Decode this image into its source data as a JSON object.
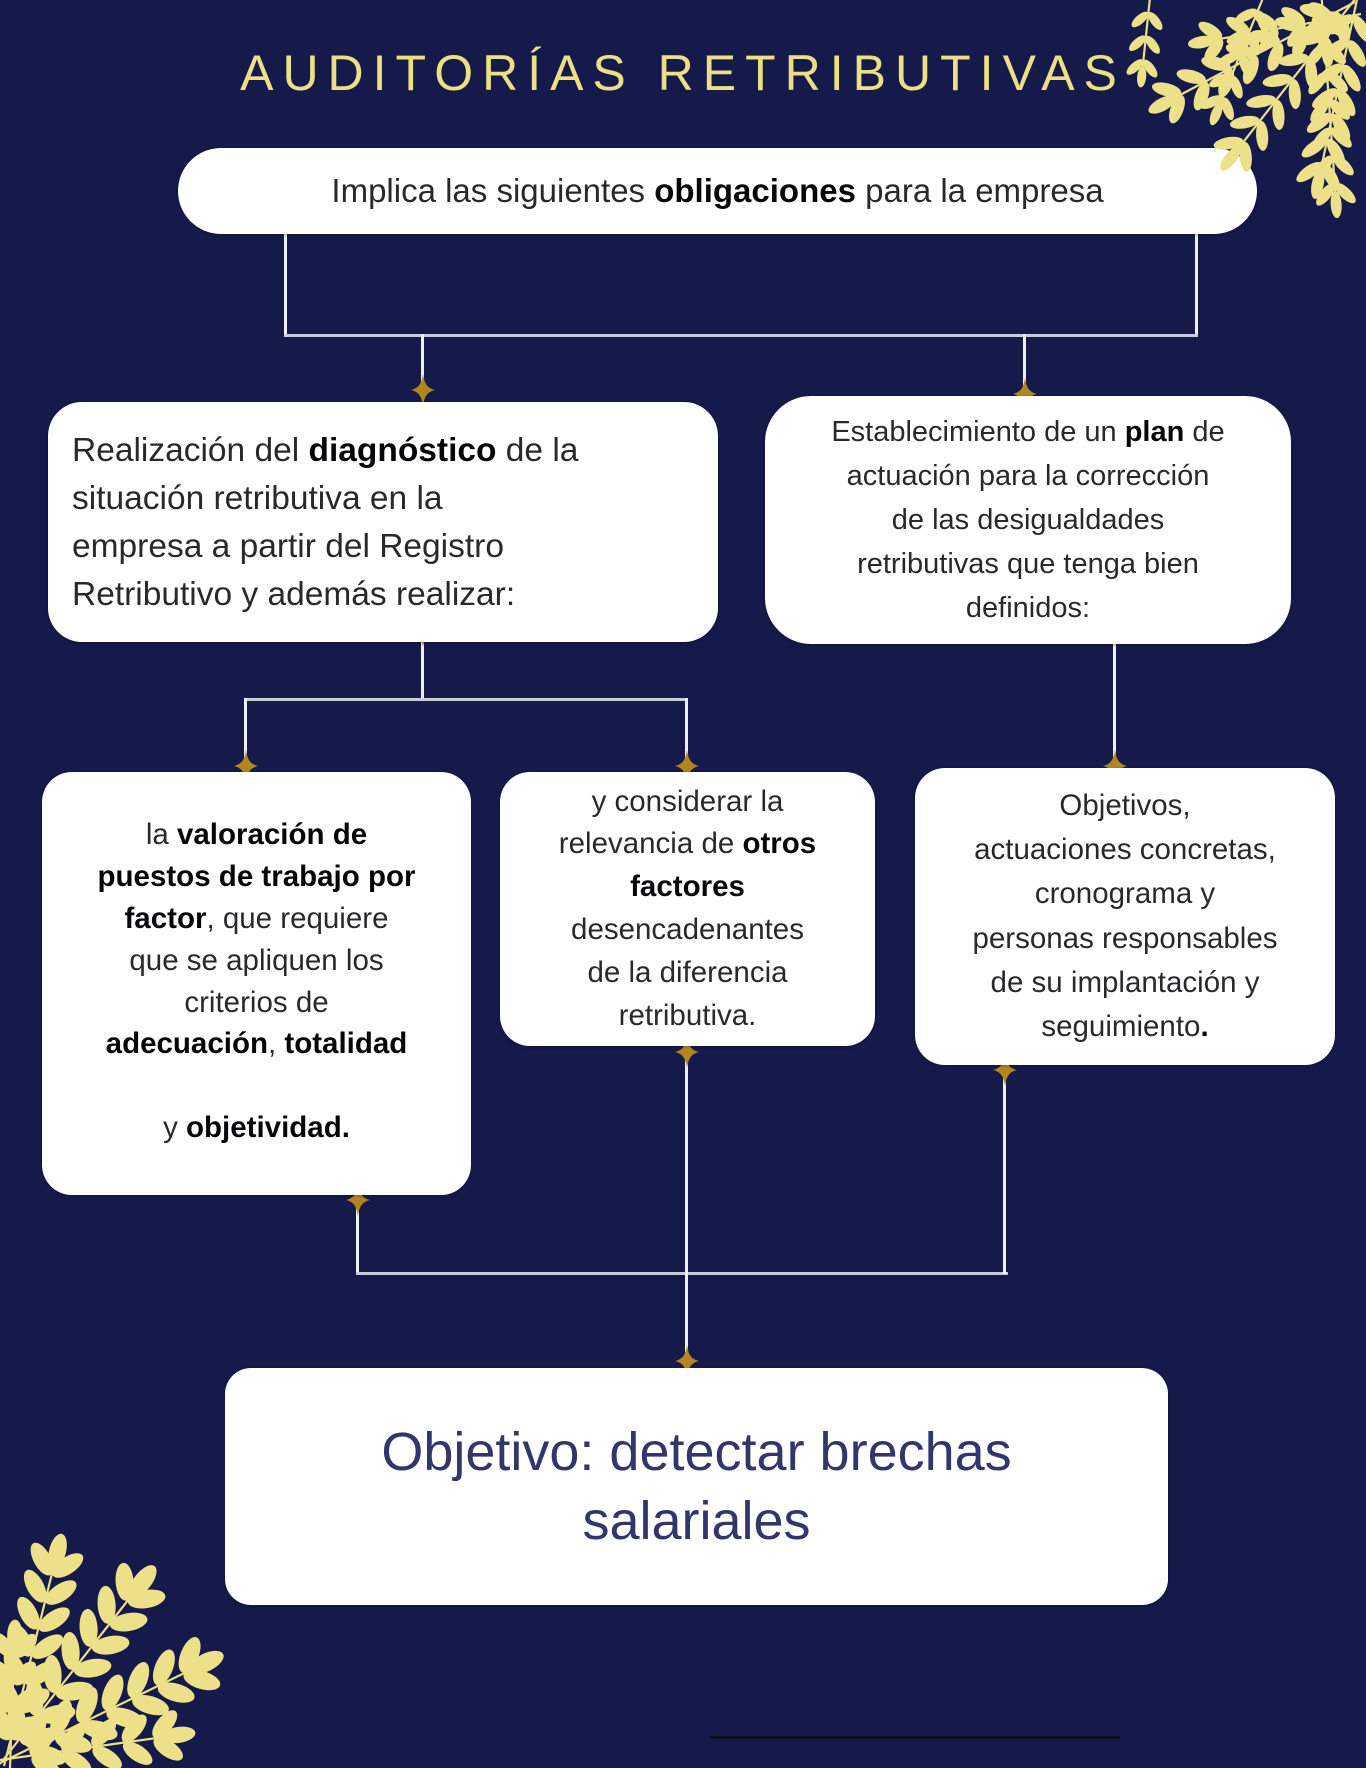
{
  "title": "AUDITORÍAS RETRIBUTIVAS",
  "colors": {
    "background": "#161a4b",
    "title_gold": "#ecdf84",
    "star_gold": "#b2861f",
    "leaf_gold": "#ece189",
    "box_white": "#ffffff",
    "text_dark": "#29292c",
    "final_navy": "#32366b",
    "connector_light": "#eef0f7"
  },
  "icons": {
    "sparkle": "sparkle-star-icon",
    "leaf_branch": "leaf-branch-decoration"
  },
  "boxes": {
    "obligaciones": {
      "lines": [
        [
          {
            "t": "Implica las siguientes "
          },
          {
            "t": "obligaciones",
            "b": true
          },
          {
            "t": " para la empresa"
          }
        ]
      ]
    },
    "diagnostico": {
      "lines": [
        [
          {
            "t": "Realización del "
          },
          {
            "t": "diagnóstico",
            "b": true
          },
          {
            "t": " de la"
          }
        ],
        [
          {
            "t": "situación retributiva en la"
          }
        ],
        [
          {
            "t": "empresa a partir del Registro"
          }
        ],
        [
          {
            "t": "Retributivo y además realizar:"
          }
        ]
      ]
    },
    "plan": {
      "lines": [
        [
          {
            "t": "Establecimiento de un "
          },
          {
            "t": "plan",
            "b": true
          },
          {
            "t": " de"
          }
        ],
        [
          {
            "t": "actuación para la corrección"
          }
        ],
        [
          {
            "t": "de las desigualdades"
          }
        ],
        [
          {
            "t": "retributivas que tenga bien"
          }
        ],
        [
          {
            "t": "definidos:"
          }
        ]
      ]
    },
    "valoracion": {
      "lines": [
        [
          {
            "t": "la "
          },
          {
            "t": "valoración de",
            "b": true
          }
        ],
        [
          {
            "t": "puestos de trabajo por",
            "b": true
          }
        ],
        [
          {
            "t": "factor",
            "b": true
          },
          {
            "t": ", que requiere"
          }
        ],
        [
          {
            "t": "que se apliquen los"
          }
        ],
        [
          {
            "t": "criterios de"
          }
        ],
        [
          {
            "t": "adecuación",
            "b": true
          },
          {
            "t": ", "
          },
          {
            "t": "totalidad",
            "b": true
          }
        ],
        [],
        [
          {
            "t": "y "
          },
          {
            "t": "objetividad.",
            "b": true
          }
        ]
      ]
    },
    "otros_factores": {
      "lines": [
        [
          {
            "t": "y considerar la"
          }
        ],
        [
          {
            "t": "relevancia de "
          },
          {
            "t": "otros",
            "b": true
          }
        ],
        [
          {
            "t": "factores",
            "b": true
          }
        ],
        [
          {
            "t": "desencadenantes"
          }
        ],
        [
          {
            "t": "de la diferencia"
          }
        ],
        [
          {
            "t": "retributiva."
          }
        ]
      ]
    },
    "objetivos_plan": {
      "lines": [
        [
          {
            "t": "Objetivos,"
          }
        ],
        [
          {
            "t": "actuaciones concretas,"
          }
        ],
        [
          {
            "t": "cronograma y"
          }
        ],
        [
          {
            "t": "personas responsables"
          }
        ],
        [
          {
            "t": "de su implantación y"
          }
        ],
        [
          {
            "t": "seguimiento"
          },
          {
            "t": ".",
            "b": true
          }
        ]
      ]
    },
    "objetivo_final": {
      "lines": [
        [
          {
            "t": "Objetivo: detectar brechas"
          }
        ],
        [
          {
            "t": "salariales"
          }
        ]
      ]
    }
  }
}
